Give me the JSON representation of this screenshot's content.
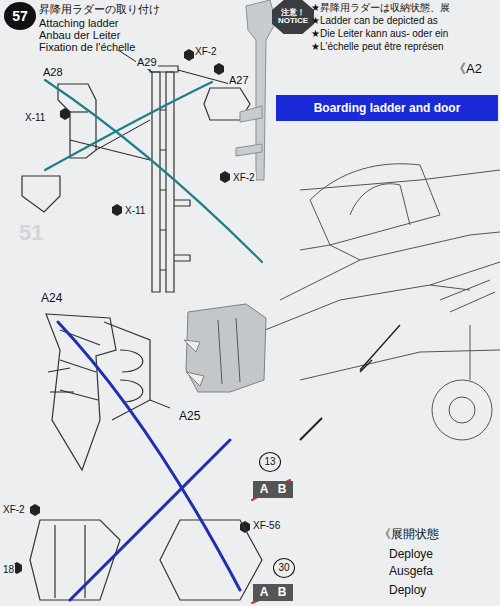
{
  "diagram": {
    "nodes": [
      {
        "text": [
          "57"
        ]
      },
      {
        "text": [
          "注意！",
          "NOTICE"
        ]
      },
      {
        "text": [
          "Boarding ladder and door"
        ]
      },
      {
        "text": [
          "13"
        ]
      },
      {
        "text": [
          "A"
        ]
      },
      {
        "text": [
          "B"
        ]
      },
      {
        "text": [
          "30"
        ]
      },
      {
        "text": [
          "A"
        ]
      },
      {
        "text": [
          "B"
        ]
      }
    ],
    "labels": [
      "昇降用ラダーの取り付け",
      "Attaching ladder",
      "Anbau der Leiter",
      "Fixation de l'échelle",
      "★昇降用ラダーは収納状態、展",
      "★Ladder can be depicted as",
      "★Die Leiter kann aus- oder ein",
      "★L'échelle peut être représen",
      "《A2",
      "XF-2",
      "A29",
      "A28",
      "A27",
      "X-11",
      "X-11",
      "XF-2",
      "51",
      "A24",
      "A25",
      "XF-2",
      "18",
      "XF-56",
      "《展開状態",
      "Deploye",
      "Ausgefa",
      "Deploy"
    ]
  }
}
